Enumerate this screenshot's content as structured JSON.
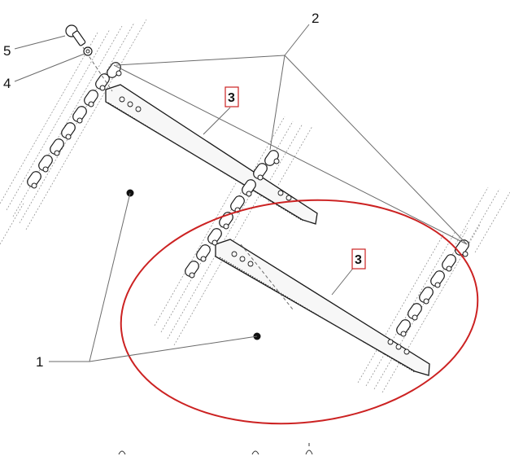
{
  "callouts": {
    "label_1": "1",
    "label_2": "2",
    "label_3_upper": "3",
    "label_3_lower": "3",
    "label_4": "4",
    "label_5": "5"
  },
  "colors": {
    "highlight_ellipse": "#cc2222",
    "label_box": "#cc2222",
    "lines": "#1a1a1a",
    "leaders": "#6b6b6b"
  }
}
